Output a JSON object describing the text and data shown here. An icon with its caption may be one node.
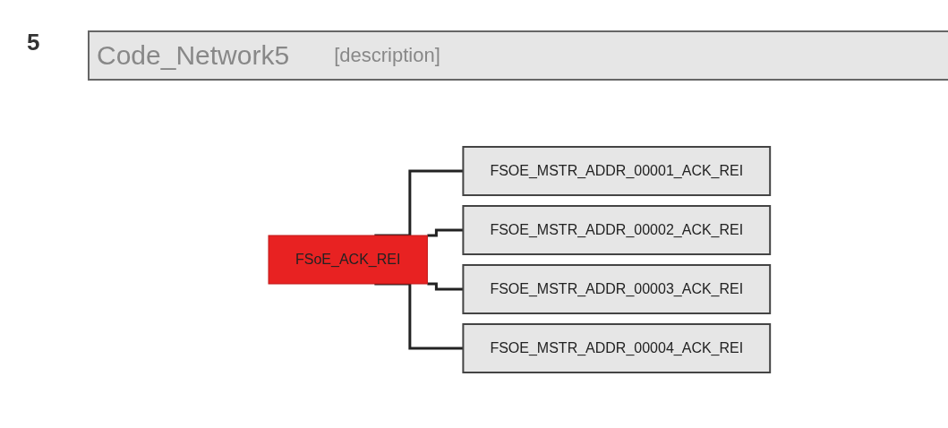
{
  "diagram": {
    "title": "Code_Network5",
    "nodes": [
      {
        "text": [
          "FSoE_ACK_REI"
        ]
      },
      {
        "text": [
          "FSOE_MSTR_ADDR_00001_ACK_REI"
        ]
      },
      {
        "text": [
          "FSOE_MSTR_ADDR_00002_ACK_REI"
        ]
      },
      {
        "text": [
          "FSOE_MSTR_ADDR_00003_ACK_REI"
        ]
      },
      {
        "text": [
          "FSOE_MSTR_ADDR_00004_ACK_REI"
        ]
      }
    ],
    "edges": [
      {
        "from": 0,
        "to": 1,
        "arrow": "none"
      },
      {
        "from": 0,
        "to": 2,
        "arrow": "none"
      },
      {
        "from": 0,
        "to": 3,
        "arrow": "none"
      },
      {
        "from": 0,
        "to": 4,
        "arrow": "none"
      }
    ],
    "labels": [
      "5",
      "[description]"
    ]
  }
}
